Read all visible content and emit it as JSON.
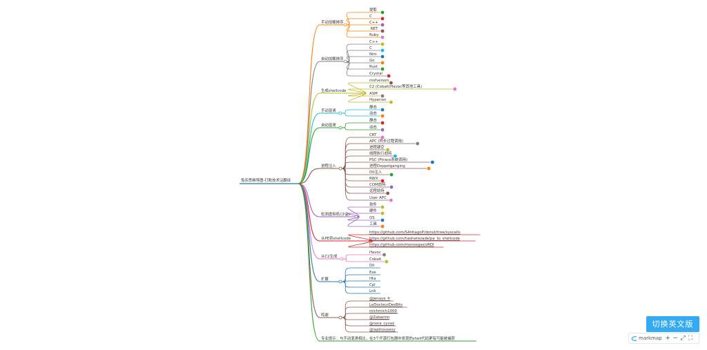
{
  "root": {
    "label": "免杀思维导图-打败技术沾翻译"
  },
  "branches": [
    {
      "label": "手动加载排序",
      "color": "#fd7f0a",
      "children": [
        {
          "label": "提取",
          "dot": "#2ca02c"
        },
        {
          "label": "C",
          "dot": "#d62728"
        },
        {
          "label": "C++",
          "dot": "#9467bd"
        },
        {
          "label": ".NET",
          "dot": "#8c564b"
        },
        {
          "label": "Ruby",
          "dot": "#e377c2"
        }
      ]
    },
    {
      "label": "自动加载排序",
      "color": "#7f7f7f",
      "children": [
        {
          "label": "C++",
          "dot": "#bcbd22"
        },
        {
          "label": "C",
          "dot": "#17becf"
        },
        {
          "label": "Nim",
          "dot": "#1f77b4"
        },
        {
          "label": "Go",
          "dot": "#ff7f0e"
        },
        {
          "label": "Rust",
          "dot": "#2ca02c"
        },
        {
          "label": "Crystal",
          "dot": "#d62728"
        }
      ]
    },
    {
      "label": "生成shellcode",
      "color": "#bcbd22",
      "children": [
        {
          "label": "msfvenom",
          "dot": "#8c564b"
        },
        {
          "label": "C2 (Cobalt/Havoc等其他工具)",
          "dot": "#e377c2"
        },
        {
          "label": "ASM",
          "dot": "#7f7f7f"
        },
        {
          "label": "Hyperion",
          "dot": "#bcbd22"
        }
      ]
    },
    {
      "label": "手动混淆",
      "color": "#17becf",
      "children": [
        {
          "label": "静态",
          "dot": "#1f77b4"
        },
        {
          "label": "动态",
          "dot": "#ff7f0e"
        }
      ]
    },
    {
      "label": "自动混淆",
      "color": "#2ca02c",
      "children": [
        {
          "label": "静态",
          "dot": "#d62728"
        },
        {
          "label": "动态",
          "dot": "#9467bd"
        }
      ]
    },
    {
      "label": "进程注入",
      "color": "#8c564b",
      "children": [
        {
          "label": "CRT",
          "dot": "#e377c2"
        },
        {
          "label": "APC (异步过程调用)",
          "dot": "#7f7f7f"
        },
        {
          "label": "进程镂空",
          "dot": "#bcbd22"
        },
        {
          "label": "线程执行劫持",
          "dot": "#17becf"
        },
        {
          "label": "PSC (Ptrace系统调用)",
          "dot": "#1f77b4"
        },
        {
          "label": "进程Doppelganging",
          "dot": "#ff7f0e"
        },
        {
          "label": "DII注入",
          "dot": "#2ca02c"
        },
        {
          "label": "RWX",
          "dot": "#d62728"
        },
        {
          "label": "COM劫持",
          "dot": "#9467bd"
        },
        {
          "label": "远程劫持",
          "dot": "#8c564b"
        },
        {
          "label": "User APC",
          "dot": "#e377c2"
        }
      ]
    },
    {
      "label": "检测虚拟机(沙盒)",
      "color": "#9467bd",
      "children": [
        {
          "label": "软件",
          "dot": "#bcbd22"
        },
        {
          "label": "硬件",
          "dot": "#bcbd22"
        },
        {
          "label": "OS",
          "dot": "#1f77b4"
        },
        {
          "label": "工具",
          "dot": "#ff7f0e"
        }
      ]
    },
    {
      "label": "从PE到shellcode",
      "color": "#d62728",
      "children": [
        {
          "label": "https://github.com/S4ntiagoP/donut/tree/syscalls",
          "link": true
        },
        {
          "label": "https://github.com/hasherezade/pe_to_shellcode",
          "link": true
        },
        {
          "label": "https://github.com/monoxgas/sRDI",
          "link": true
        }
      ]
    },
    {
      "label": "从C2生成",
      "color": "#e377c2",
      "children": [
        {
          "label": "Havoc",
          "dot": "#7f7f7f"
        },
        {
          "label": "Cobalt",
          "dot": "#bcbd22"
        }
      ]
    },
    {
      "label": "扩展",
      "color": "#1f77b4",
      "children": [
        {
          "label": "Dll"
        },
        {
          "label": "Exe"
        },
        {
          "label": "Hta"
        },
        {
          "label": "Cpl"
        },
        {
          "label": "Lnk"
        }
      ]
    },
    {
      "label": "鸣谢",
      "color": "#8c564b",
      "children": [
        {
          "label": "@Jenaye_fr",
          "link": true
        },
        {
          "label": "LeDocteurDesBits",
          "link": true
        },
        {
          "label": "michmich1000",
          "link": true
        },
        {
          "label": "@Zabannn",
          "link": true
        },
        {
          "label": "@nora_cyvax",
          "link": true
        },
        {
          "label": "@lapinousexy",
          "link": true
        }
      ]
    },
    {
      "label": "专业提示：与手动混淆相比，在3个开源打包器中发现的shell代码更有可能被捕获",
      "color": "#2ca02c",
      "children": []
    }
  ],
  "ui": {
    "lang_button": "切换英文版",
    "toolbar_brand": "markmap",
    "zoom_in": "+",
    "zoom_out": "−",
    "fit": "⤢",
    "fullscreen": "⛶"
  }
}
